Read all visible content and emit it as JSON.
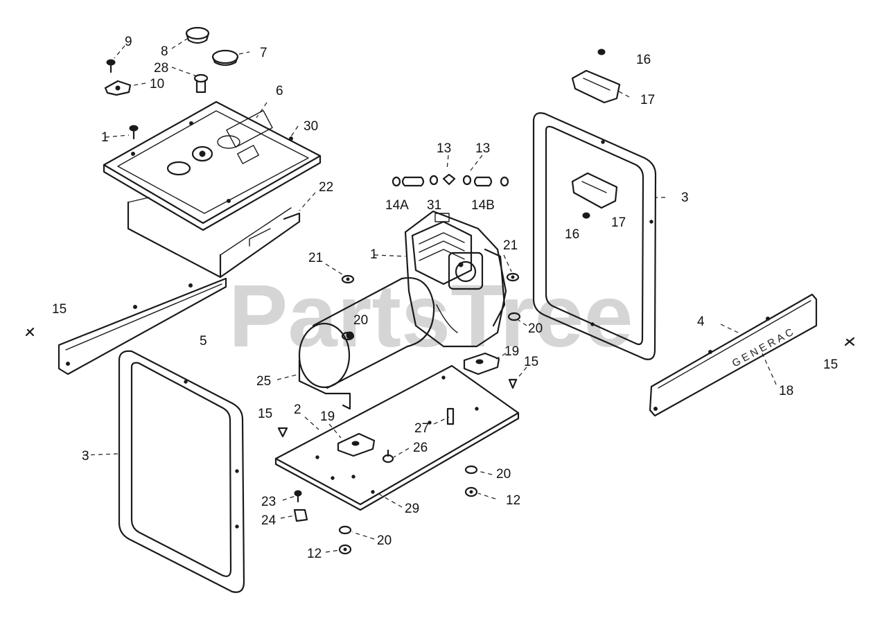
{
  "watermark": "PartsTree",
  "stamp_text": "GENERAC",
  "callouts": {
    "c9": "9",
    "c8": "8",
    "c7": "7",
    "c28": "28",
    "c10": "10",
    "c6": "6",
    "c30": "30",
    "c1a": "1",
    "c22": "22",
    "c15a": "15",
    "c5": "5",
    "c3a": "3",
    "c13a": "13",
    "c13b": "13",
    "c14a": "14A",
    "c31": "31",
    "c14b": "14B",
    "c1b": "1",
    "c21a": "21",
    "c20a": "20",
    "c21b": "21",
    "c20b": "20",
    "c19a": "19",
    "c15b": "15",
    "c25": "25",
    "c2": "2",
    "c15c": "15",
    "c19b": "19",
    "c27": "27",
    "c26": "26",
    "c23": "23",
    "c24": "24",
    "c29": "29",
    "c20c": "20",
    "c12a": "12",
    "c20d": "20",
    "c12b": "12",
    "c16a": "16",
    "c17a": "17",
    "c3b": "3",
    "c17b": "17",
    "c16b": "16",
    "c4": "4",
    "c15d": "15",
    "c18": "18"
  }
}
